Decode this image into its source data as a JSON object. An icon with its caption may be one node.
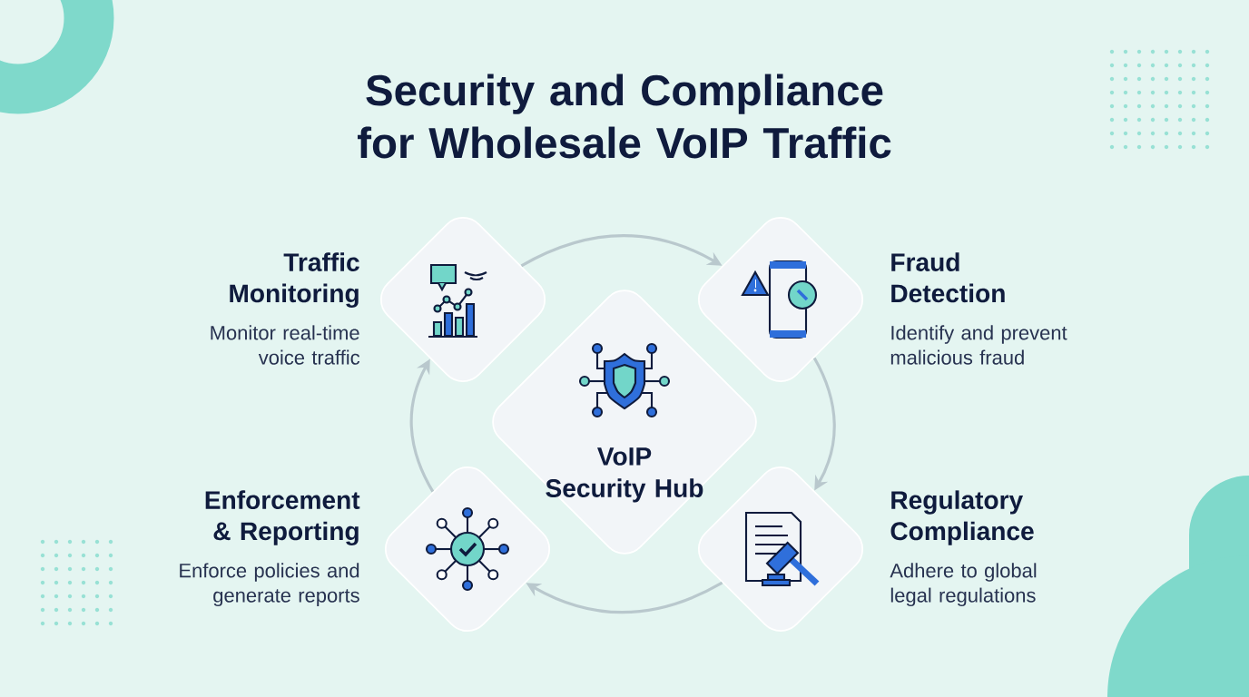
{
  "diagram": {
    "title": "Security and Compliance for Wholesale VoIP Traffic",
    "nodes": [
      {
        "text": [
          "Traffic Monitoring",
          "Monitor real-time voice traffic"
        ]
      },
      {
        "text": [
          "Fraud Detection",
          "Identify and prevent malicious fraud"
        ]
      },
      {
        "text": [
          "VoIP Security Hub"
        ]
      },
      {
        "text": [
          "Enforcement & Reporting",
          "Enforce policies and generate reports"
        ]
      },
      {
        "text": [
          "Regulatory Compliance",
          "Adhere to global legal regulations"
        ]
      }
    ],
    "edges": [
      {
        "from": 0,
        "to": 1,
        "arrow": "to"
      },
      {
        "from": 1,
        "to": 4,
        "arrow": "to"
      },
      {
        "from": 4,
        "to": 3,
        "arrow": "to"
      },
      {
        "from": 3,
        "to": 0,
        "arrow": "to"
      }
    ]
  }
}
